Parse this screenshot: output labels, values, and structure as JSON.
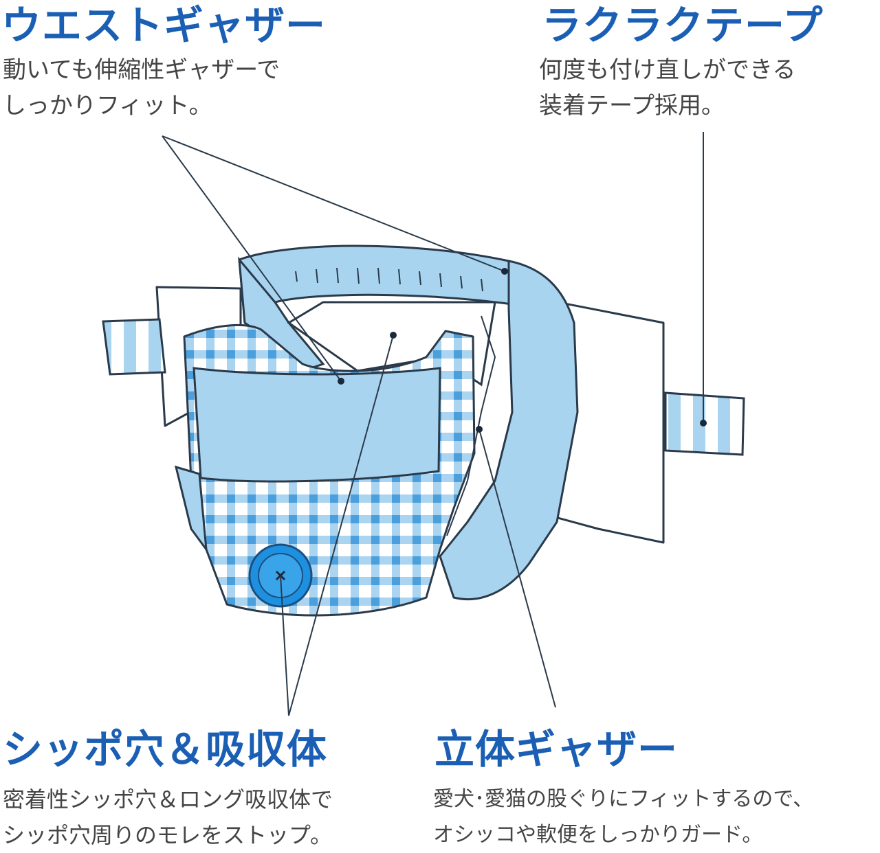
{
  "callouts": {
    "waist": {
      "title": "ウエストギャザー",
      "lines": [
        "動いても伸縮性ギャザーで",
        "しっかりフィット。"
      ]
    },
    "tape": {
      "title": "ラクラクテープ",
      "lines": [
        "何度も付け直しができる",
        "装着テープ採用。"
      ]
    },
    "tail": {
      "title": "シッポ穴＆吸収体",
      "lines": [
        "密着性シッポ穴＆ロング吸収体で",
        "シッポ穴周りのモレをストップ。"
      ]
    },
    "gather": {
      "title": "立体ギャザー",
      "lines": [
        "愛犬･愛猫の股ぐりにフィットするので、",
        "オシッコや軟便をしっかりガード。"
      ]
    }
  },
  "colors": {
    "heading": "#1a5fb4",
    "light_blue": "#a9d4ef",
    "check_blue": "#5aa9e0",
    "button_blue": "#1e90e0",
    "outline": "#2a3a4a"
  },
  "icons": {
    "tail_hole": "button-icon"
  }
}
